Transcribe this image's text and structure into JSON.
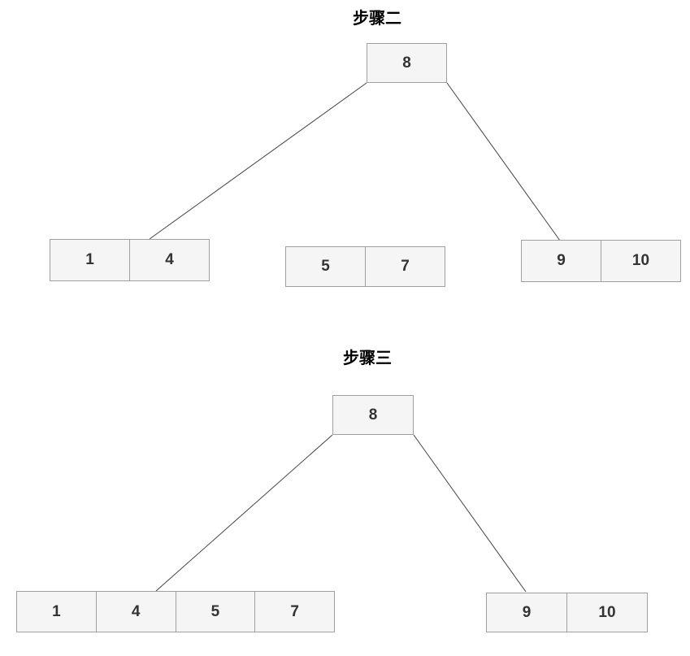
{
  "colors": {
    "background": "#ffffff",
    "node_fill": "#f5f5f5",
    "node_border": "#a0a0a0",
    "edge": "#424242",
    "text": "#333333",
    "title": "#000000"
  },
  "diagrams": [
    {
      "id": "step-2",
      "title": "步骤二",
      "root": {
        "cells": [
          "8"
        ]
      },
      "children": [
        {
          "cells": [
            "1",
            "4"
          ],
          "connected_to_root": true
        },
        {
          "cells": [
            "5",
            "7"
          ],
          "connected_to_root": false
        },
        {
          "cells": [
            "9",
            "10"
          ],
          "connected_to_root": true
        }
      ]
    },
    {
      "id": "step-3",
      "title": "步骤三",
      "root": {
        "cells": [
          "8"
        ]
      },
      "children": [
        {
          "cells": [
            "1",
            "4",
            "5",
            "7"
          ],
          "connected_to_root": true
        },
        {
          "cells": [
            "9",
            "10"
          ],
          "connected_to_root": true
        }
      ]
    }
  ]
}
